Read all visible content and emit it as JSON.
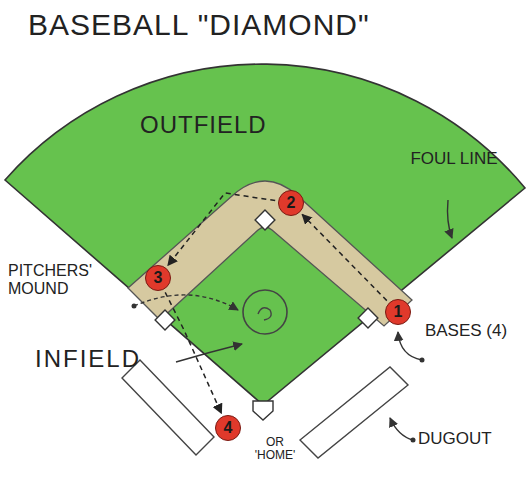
{
  "diagram": {
    "title": "BASEBALL \"DIAMOND\"",
    "nodes": [
      {
        "text": [
          "1"
        ]
      },
      {
        "text": [
          "2"
        ]
      },
      {
        "text": [
          "3"
        ]
      },
      {
        "text": [
          "4"
        ]
      }
    ],
    "edges": [
      {
        "from": 0,
        "to": 1,
        "arrow": "to"
      },
      {
        "from": 1,
        "to": 2,
        "arrow": "to"
      },
      {
        "from": 2,
        "to": 3,
        "arrow": "to"
      }
    ],
    "labels": [
      "OUTFIELD",
      "FOUL LINE",
      "PITCHERS' MOUND",
      "INFIELD",
      "BASES (4)",
      "OR 'HOME'",
      "DUGOUT"
    ]
  }
}
